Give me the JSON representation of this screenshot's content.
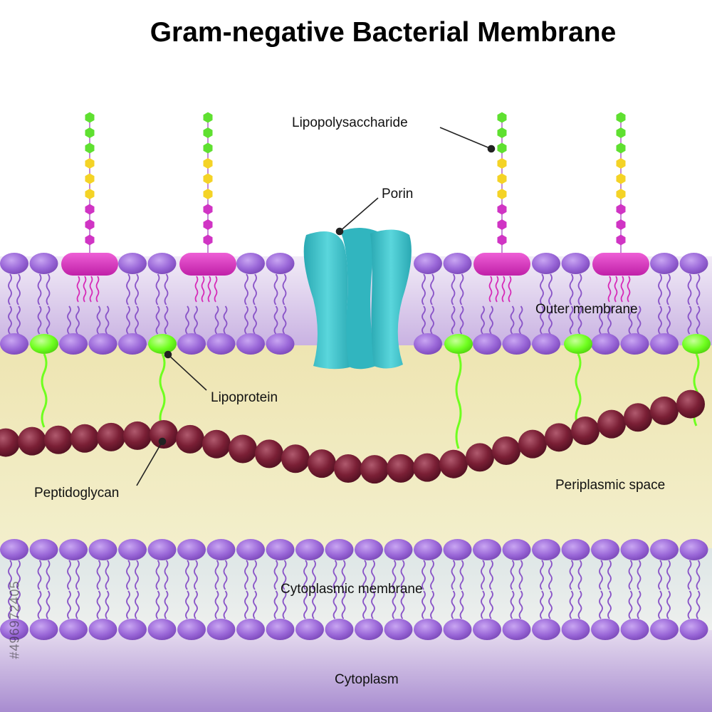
{
  "title": "Gram-negative Bacterial Membrane",
  "labels": {
    "lipopolysaccharide": "Lipopolysaccharide",
    "porin": "Porin",
    "outer_membrane": "Outer membrane",
    "lipoprotein": "Lipoprotein",
    "peptidoglycan": "Peptidoglycan",
    "periplasmic_space": "Periplasmic space",
    "cytoplasmic_membrane": "Cytoplasmic membrane",
    "cytoplasm": "Cytoplasm"
  },
  "watermark": "#496972405",
  "colors": {
    "phospholipid_head": "#9a67d8",
    "lipid_tail": "#8a55c8",
    "lps_core": "#d62ab8",
    "lps_green": "#5fe030",
    "lps_yellow": "#f4d326",
    "lps_magenta": "#d034c4",
    "porin": "#3cc4cc",
    "lipoprotein": "#6fff1f",
    "peptidoglycan": "#7a1f35",
    "periplasm": "#f0ebb8",
    "outer_membrane_band": "#e2d2ee",
    "cytoplasm": "#b8a2d8"
  }
}
